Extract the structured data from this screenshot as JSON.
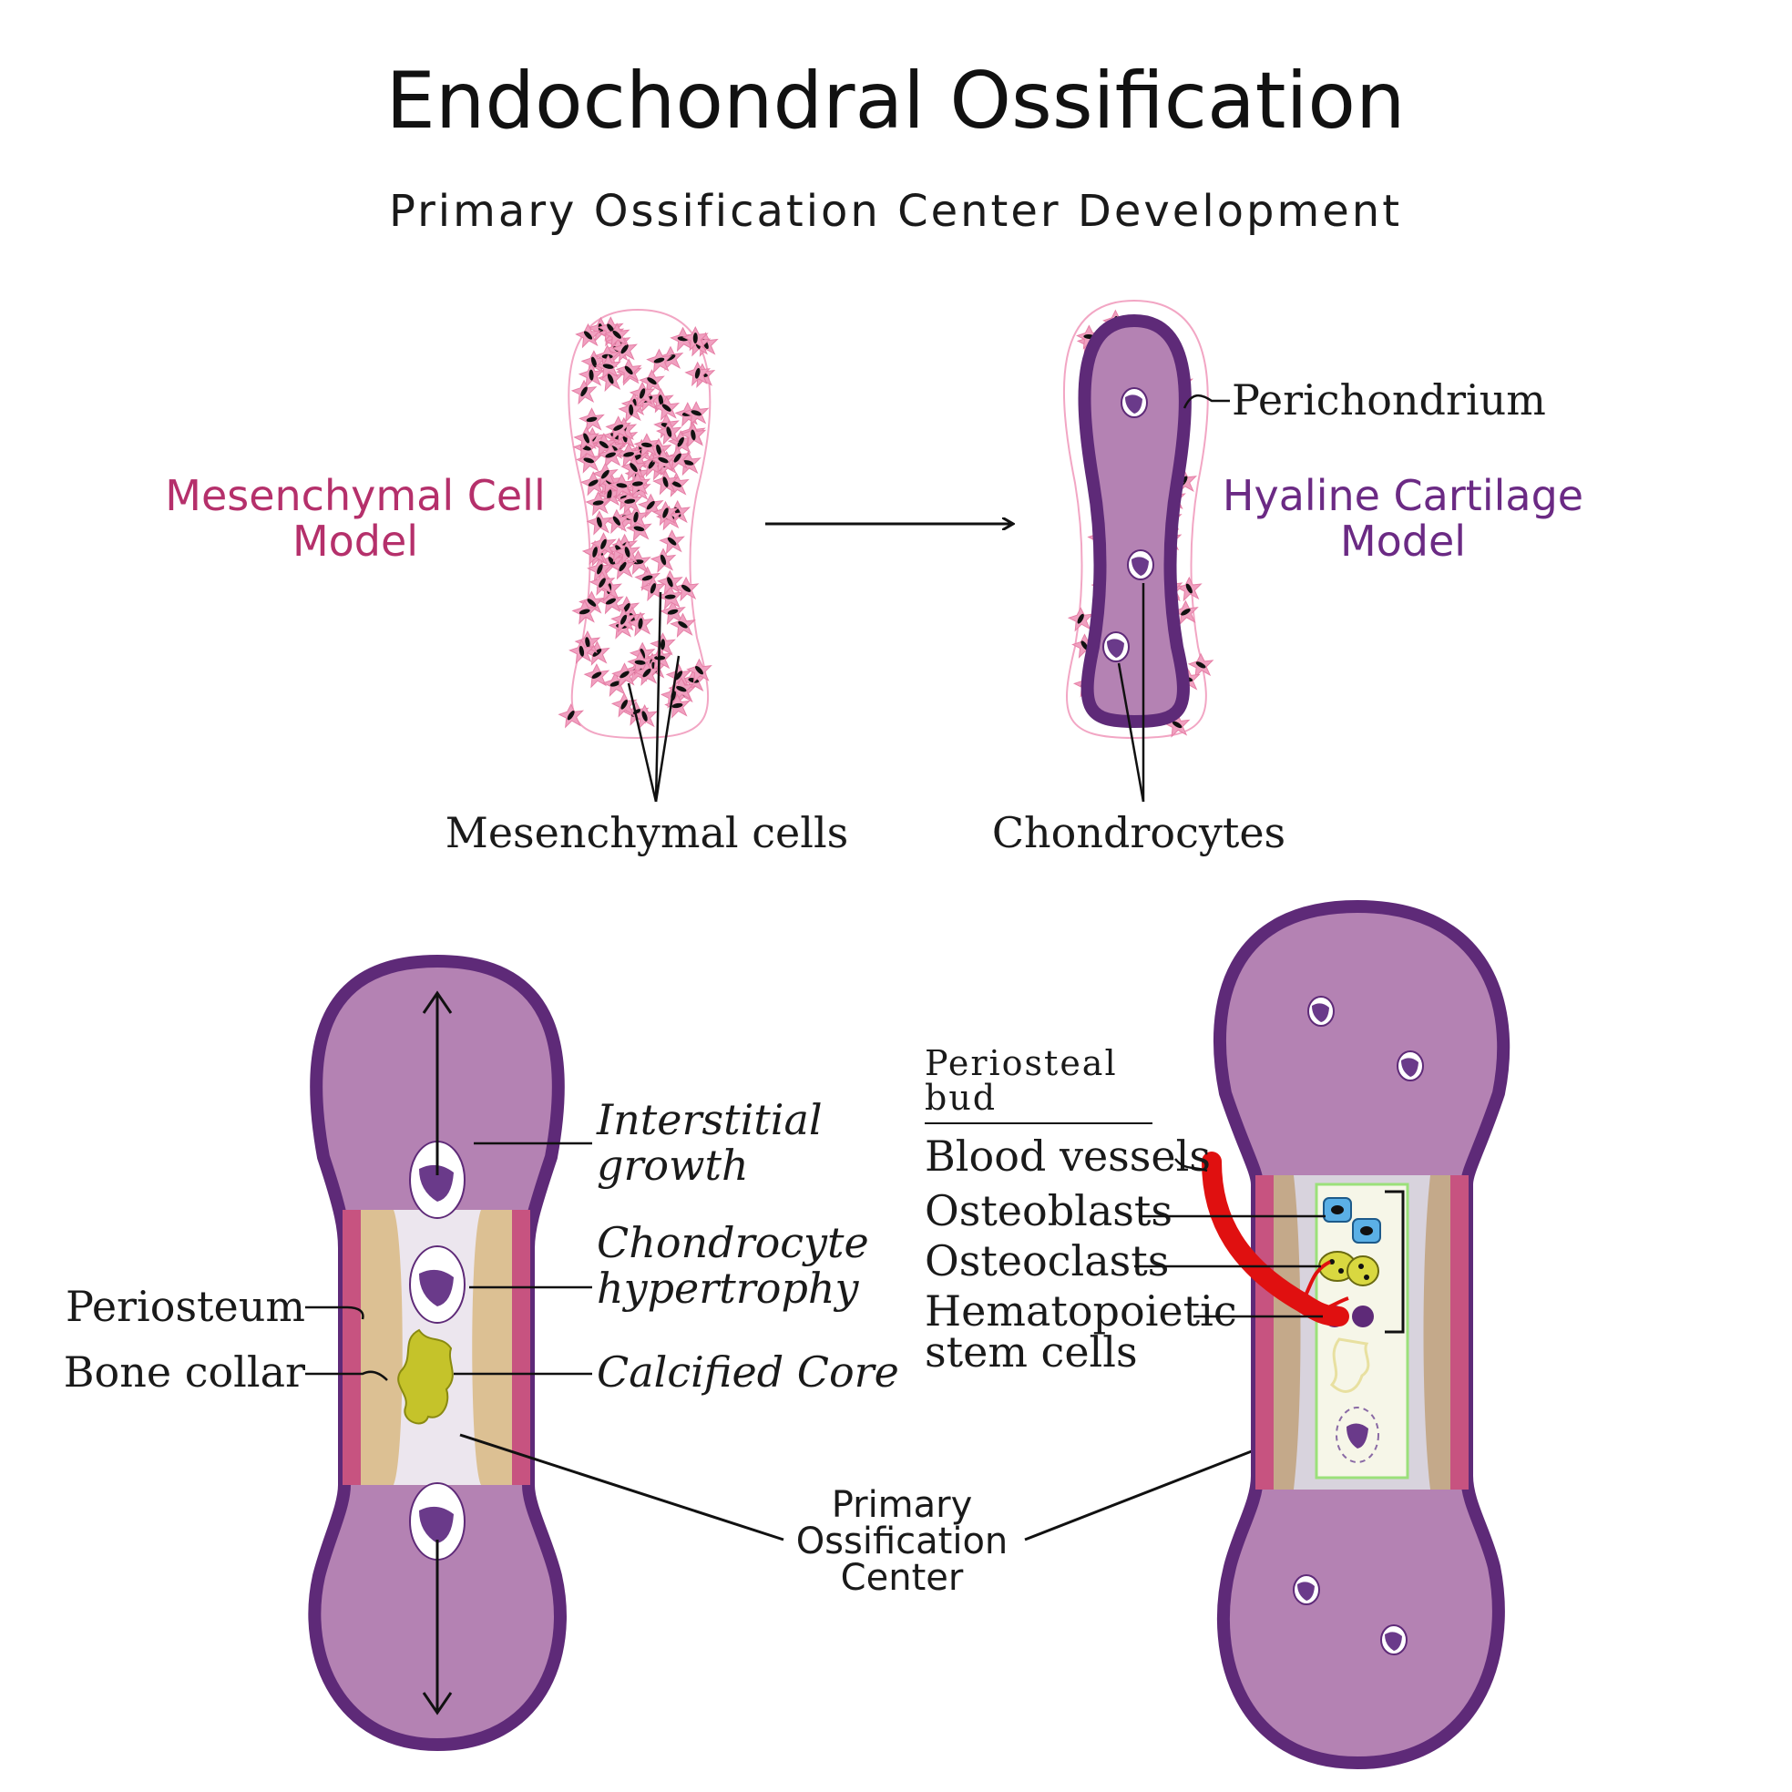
{
  "title": "Endochondral Ossification",
  "subtitle": "Primary Ossification Center Development",
  "top_left": {
    "model_label_line1": "Mesenchymal Cell",
    "model_label_line2": "Model",
    "cells_label": "Mesenchymal cells",
    "label_color": "#b5306b"
  },
  "top_right": {
    "perichondrium_label": "Perichondrium",
    "model_label_line1": "Hyaline Cartilage",
    "model_label_line2": "Model",
    "chondrocytes_label": "Chondrocytes",
    "label_color": "#6b2a84"
  },
  "bottom_left": {
    "interstitial_line1": "Interstitial",
    "interstitial_line2": "growth",
    "hypertrophy_line1": "Chondrocyte",
    "hypertrophy_line2": "hypertrophy",
    "calcified_core": "Calcified Core",
    "periosteum": "Periosteum",
    "bone_collar": "Bone collar"
  },
  "bottom_right": {
    "periosteal_bud_line1": "Periosteal",
    "periosteal_bud_line2": "bud",
    "blood_vessels": "Blood vessels",
    "osteoblasts": "Osteoblasts",
    "osteoclasts": "Osteoclasts",
    "hematopoietic_line1": "Hematopoietic",
    "hematopoietic_line2": "stem cells"
  },
  "center_label": {
    "line1": "Primary",
    "line2": "Ossification",
    "line3": "Center"
  },
  "colors": {
    "cartilage": "#b482b3",
    "cartilage_outline": "#5e2a78",
    "mesenchyme": "#f0a0c0",
    "mesenchyme_outline": "#e67fa6",
    "periosteum": "#c75380",
    "bone_collar": "#dcc093",
    "calcified": "#c5c32a",
    "blood_vessel": "#e01010",
    "osteoblast": "#5bb0e6",
    "hsc": "#5e2a78"
  },
  "icons": [
    "arrow-right-icon",
    "double-headed-arrow-icon",
    "cell-icon"
  ]
}
